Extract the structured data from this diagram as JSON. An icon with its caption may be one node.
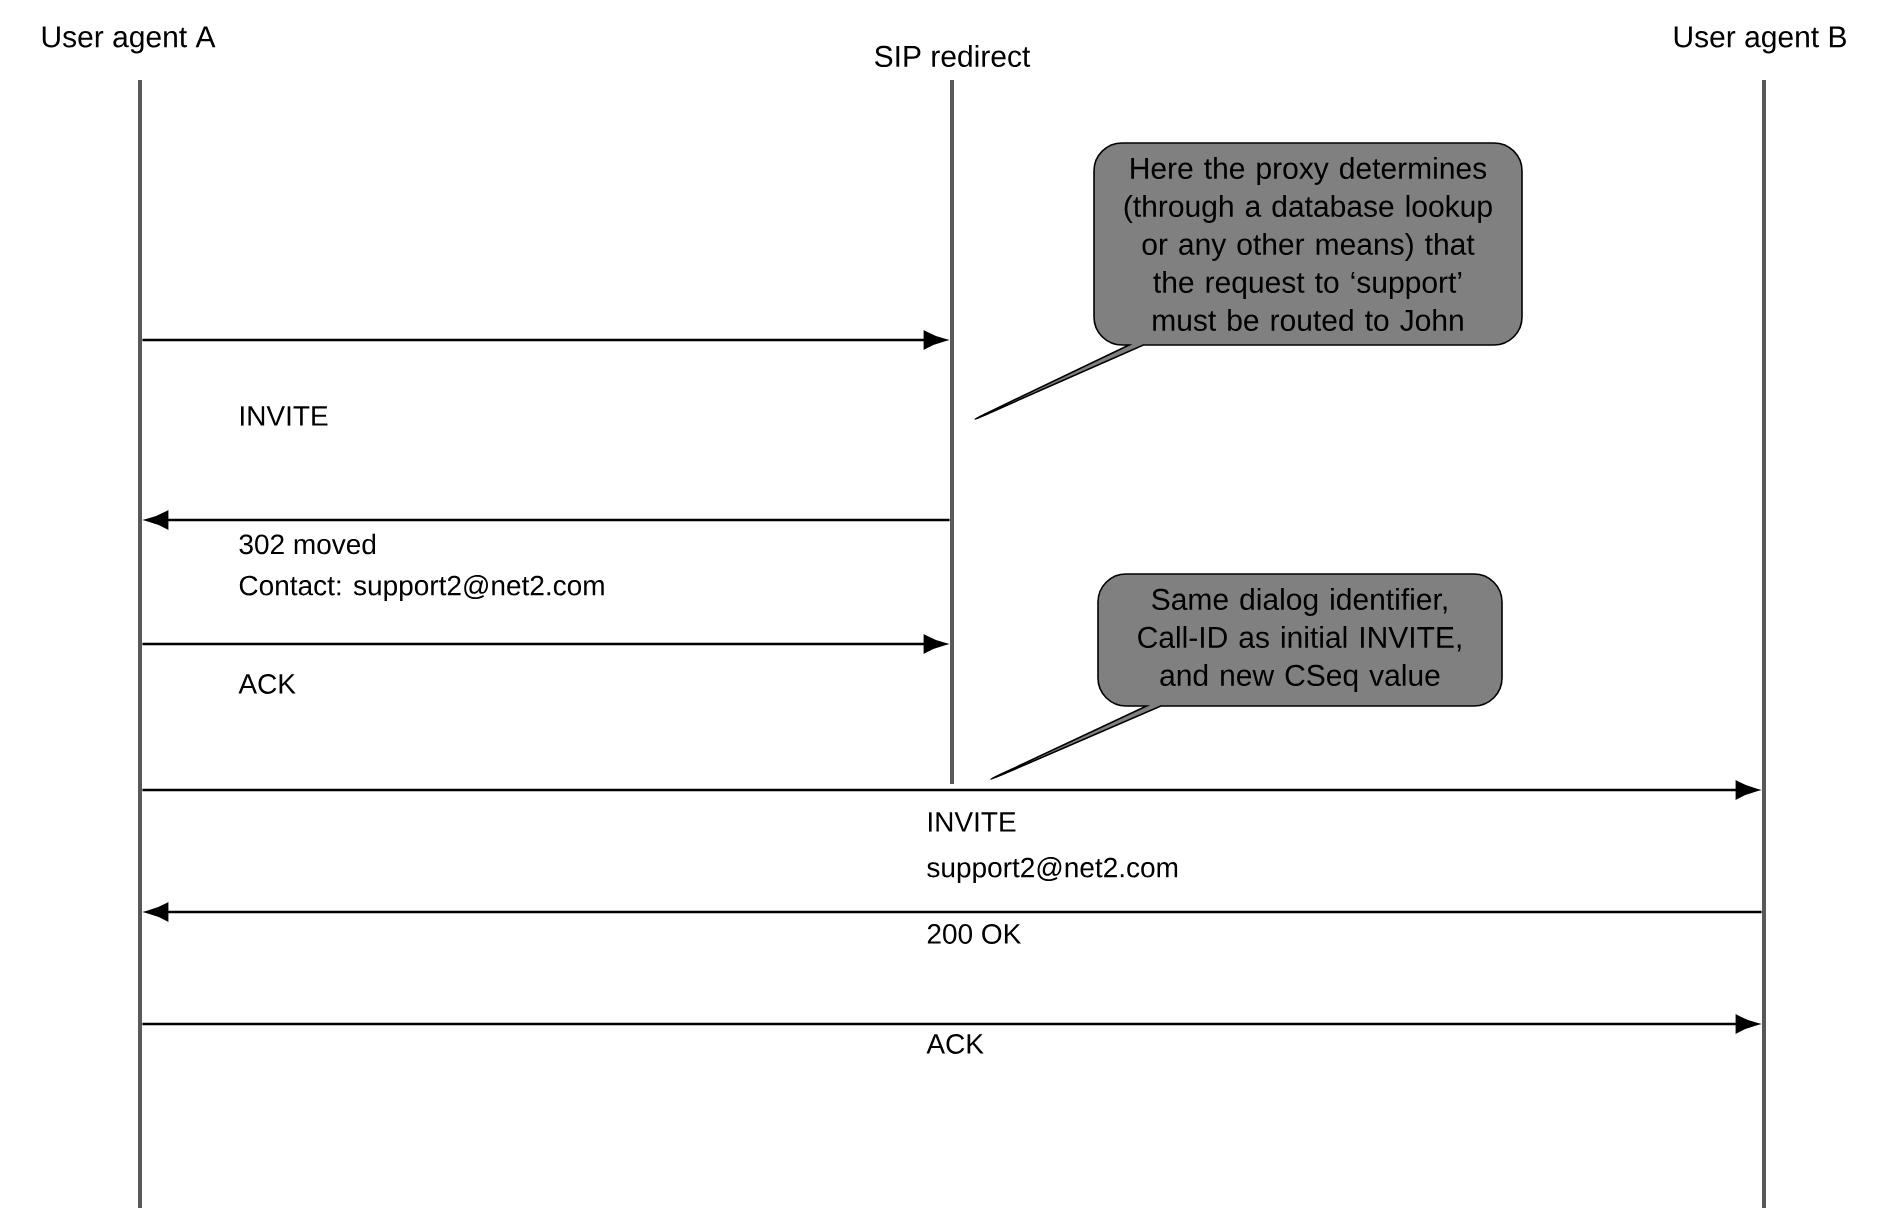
{
  "diagram": {
    "nodes": [
      {
        "text": [],
        "shape": "bar",
        "beside": [
          "User agent A"
        ]
      },
      {
        "text": [],
        "shape": "bar",
        "beside": [
          "SIP redirect"
        ]
      },
      {
        "text": [],
        "shape": "bar",
        "beside": [
          "User agent B"
        ]
      },
      {
        "text": [
          "Here the proxy determines (through a database lookup or any other means) that the request to ‘support’ must be routed to John"
        ]
      },
      {
        "text": [
          "Same dialog identifier, Call-ID as initial INVITE, and new CSeq value"
        ]
      }
    ],
    "edges": [
      {
        "from": 0,
        "to": 1,
        "arrow": "to",
        "label": "INVITE"
      },
      {
        "from": 1,
        "to": 0,
        "arrow": "to",
        "label": "302 moved"
      },
      {
        "from": 0,
        "to": 1,
        "arrow": "to",
        "label": "ACK"
      },
      {
        "from": 0,
        "to": 2,
        "arrow": "to",
        "label": "INVITE"
      },
      {
        "from": 2,
        "to": 0,
        "arrow": "to",
        "label": "200 OK"
      },
      {
        "from": 0,
        "to": 2,
        "arrow": "to",
        "label": "ACK"
      }
    ],
    "labels": [
      "Contact: support2@net2.com",
      "support2@net2.com"
    ]
  }
}
